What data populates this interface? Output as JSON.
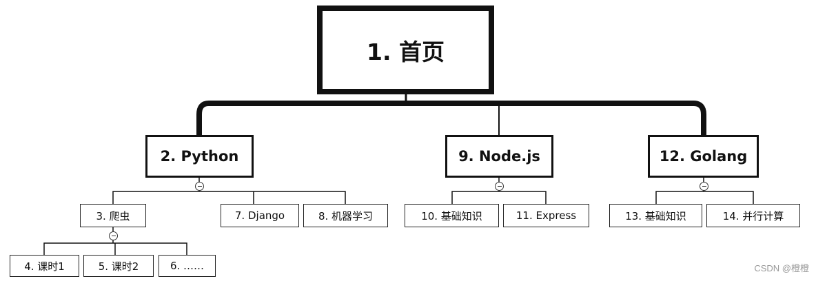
{
  "diagram": {
    "root": {
      "label": "1. 首页"
    },
    "branches": [
      {
        "label": "2. Python",
        "children": [
          {
            "label": "3. 爬虫",
            "children": [
              {
                "label": "4. 课时1"
              },
              {
                "label": "5. 课时2"
              },
              {
                "label": "6. ……"
              }
            ]
          },
          {
            "label": "7. Django"
          },
          {
            "label": "8. 机器学习"
          }
        ]
      },
      {
        "label": "9. Node.js",
        "children": [
          {
            "label": "10. 基础知识"
          },
          {
            "label": "11. Express"
          }
        ]
      },
      {
        "label": "12. Golang",
        "children": [
          {
            "label": "13. 基础知识"
          },
          {
            "label": "14. 并行计算"
          }
        ]
      }
    ]
  },
  "watermark": "CSDN @橙橙"
}
